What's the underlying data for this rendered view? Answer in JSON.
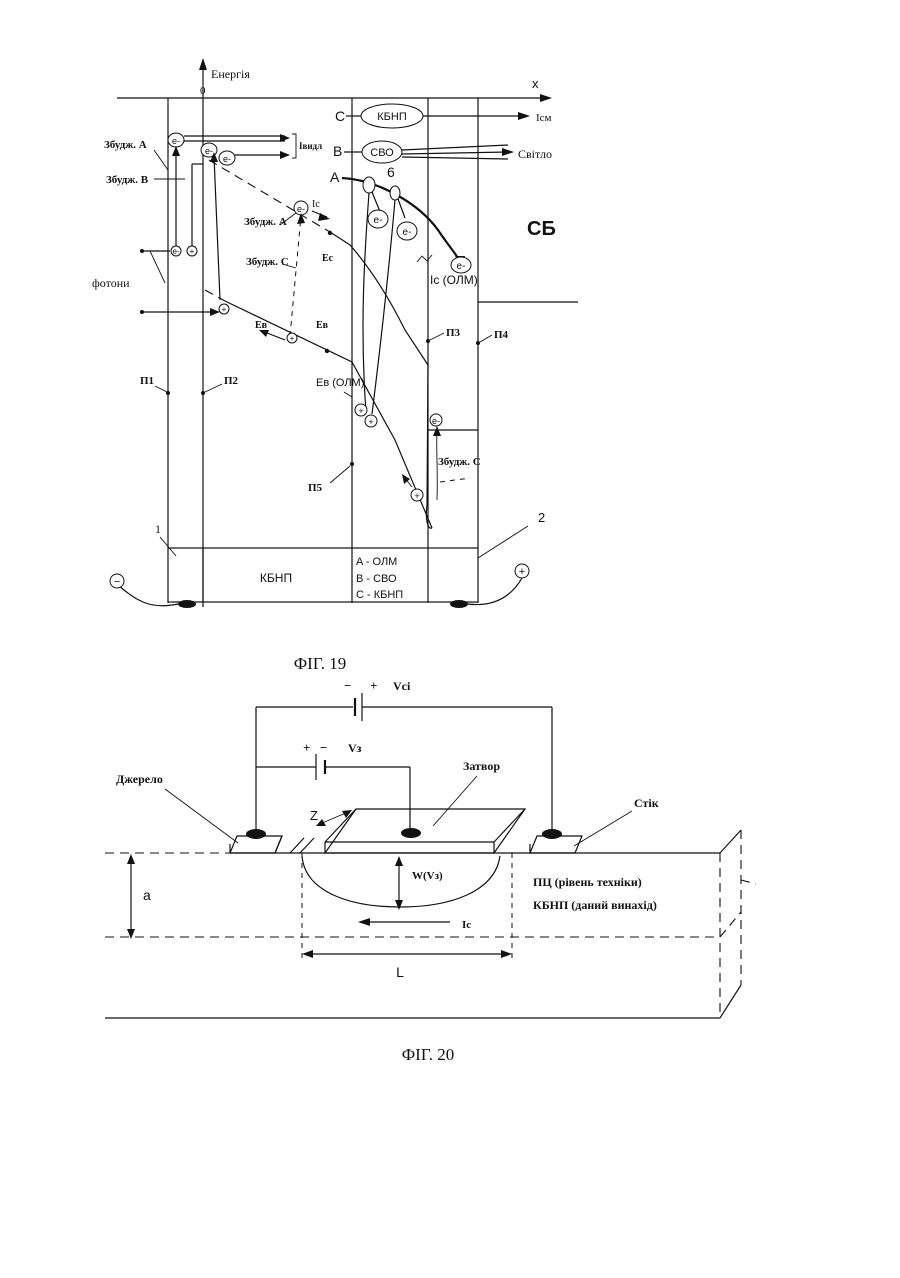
{
  "fig19": {
    "caption": "ФІГ. 19",
    "axis_energy": "Енергія",
    "axis_zero": "0",
    "axis_x": "x",
    "paths": {
      "c_letter": "C",
      "c_box": "КБНП",
      "c_out": "Iсм",
      "b_letter": "B",
      "b_box": "СВО",
      "b_six": "6",
      "b_out": "Світло",
      "a_letter": "A"
    },
    "excitations": {
      "a_left": "Збудж. A",
      "b_left": "Збудж. B",
      "a_mid": "Збудж. A",
      "c_mid": "Збудж. C",
      "c_right": "Збудж. C"
    },
    "i_label": "Iвидл",
    "ic_label": "Ic",
    "ic_olm": "Ic (ОЛМ)",
    "photons": "фотони",
    "sb": "СБ",
    "energy_levels": {
      "ec": "Eс",
      "ev1": "Eв",
      "ev2": "Eв",
      "ev_olm": "Eв (ОЛМ)"
    },
    "interfaces": {
      "p1": "П1",
      "p2": "П2",
      "p3": "П3",
      "p4": "П4",
      "p5": "П5"
    },
    "electron": "e-",
    "hole": "+",
    "bottom": {
      "left_num": "1",
      "right_num": "2",
      "kbnp": "КБНП",
      "legend_a": "A - ОЛМ",
      "legend_b": "B - СВО",
      "legend_c": "C - КБНП",
      "minus": "−",
      "plus": "+"
    }
  },
  "fig20": {
    "caption": "ФІГ. 20",
    "vsi_minus": "−",
    "vsi_plus": "+",
    "vsi": "Vсі",
    "vz_plus": "+",
    "vz_minus": "−",
    "vz": "Vз",
    "source": "Джерело",
    "gate": "Затвор",
    "drain": "Стік",
    "z": "Z",
    "a": "a",
    "w": "W(Vз)",
    "ic": "Ic",
    "l": "L",
    "pt_line1": "ПЦ (рівень техніки)",
    "pt_line2": "КБНП (даний винахід)"
  }
}
